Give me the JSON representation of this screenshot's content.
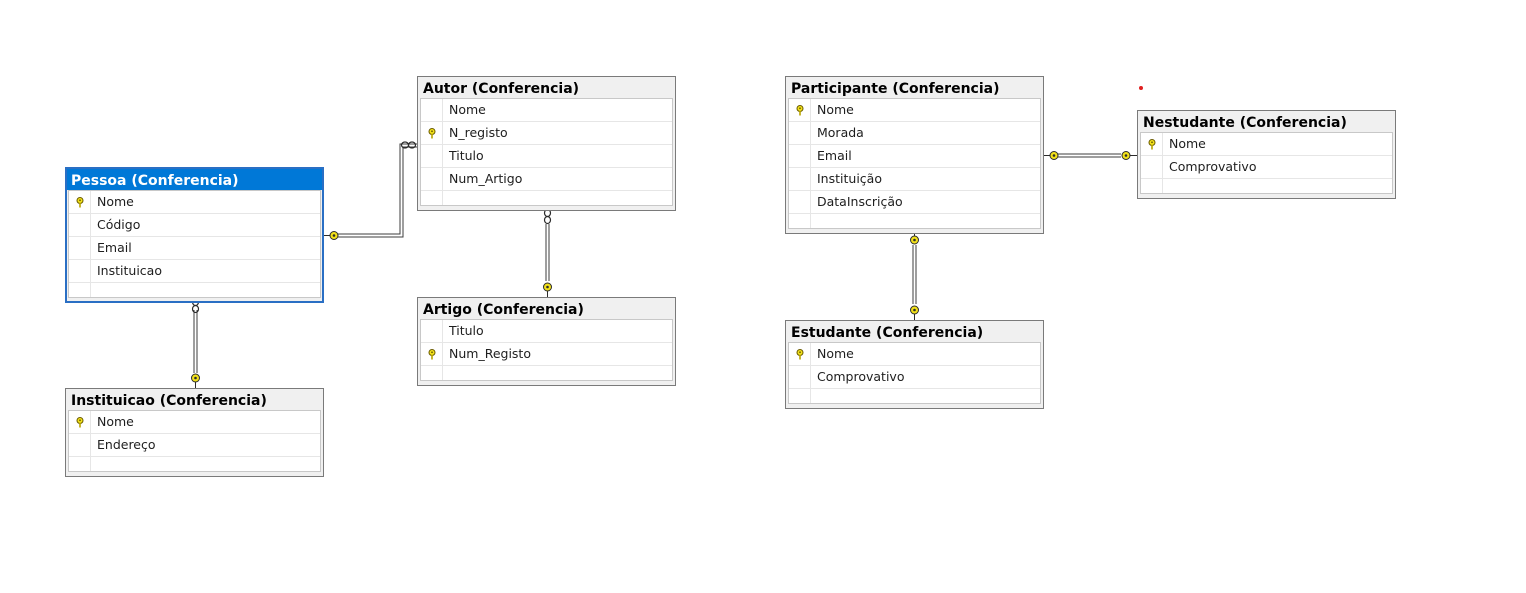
{
  "diagram": {
    "tables": [
      {
        "id": "pessoa",
        "title": "Pessoa (Conferencia)",
        "selected": true,
        "columns": [
          {
            "name": "Nome",
            "primary_key": true
          },
          {
            "name": "Código",
            "primary_key": false
          },
          {
            "name": "Email",
            "primary_key": false
          },
          {
            "name": "Instituicao",
            "primary_key": false
          }
        ]
      },
      {
        "id": "instituicao",
        "title": "Instituicao (Conferencia)",
        "selected": false,
        "columns": [
          {
            "name": "Nome",
            "primary_key": true
          },
          {
            "name": "Endereço",
            "primary_key": false
          }
        ]
      },
      {
        "id": "autor",
        "title": "Autor (Conferencia)",
        "selected": false,
        "columns": [
          {
            "name": "Nome",
            "primary_key": false
          },
          {
            "name": "N_registo",
            "primary_key": true
          },
          {
            "name": "Titulo",
            "primary_key": false
          },
          {
            "name": "Num_Artigo",
            "primary_key": false
          }
        ]
      },
      {
        "id": "artigo",
        "title": "Artigo (Conferencia)",
        "selected": false,
        "columns": [
          {
            "name": "Titulo",
            "primary_key": false
          },
          {
            "name": "Num_Registo",
            "primary_key": true
          }
        ]
      },
      {
        "id": "participante",
        "title": "Participante (Conferencia)",
        "selected": false,
        "columns": [
          {
            "name": "Nome",
            "primary_key": true
          },
          {
            "name": "Morada",
            "primary_key": false
          },
          {
            "name": "Email",
            "primary_key": false
          },
          {
            "name": "Instituição",
            "primary_key": false
          },
          {
            "name": "DataInscrição",
            "primary_key": false
          }
        ]
      },
      {
        "id": "estudante",
        "title": "Estudante (Conferencia)",
        "selected": false,
        "columns": [
          {
            "name": "Nome",
            "primary_key": true
          },
          {
            "name": "Comprovativo",
            "primary_key": false
          }
        ]
      },
      {
        "id": "nestudante",
        "title": "Nestudante (Conferencia)",
        "selected": false,
        "columns": [
          {
            "name": "Nome",
            "primary_key": true
          },
          {
            "name": "Comprovativo",
            "primary_key": false
          }
        ]
      }
    ],
    "relationships": [
      {
        "from": "pessoa",
        "to": "autor",
        "from_end": "key-icon",
        "to_end": "infinity-icon"
      },
      {
        "from": "pessoa",
        "to": "instituicao",
        "from_end": "infinity-icon",
        "to_end": "key-icon"
      },
      {
        "from": "autor",
        "to": "artigo",
        "from_end": "infinity-icon",
        "to_end": "key-icon"
      },
      {
        "from": "participante",
        "to": "estudante",
        "from_end": "key-icon",
        "to_end": "key-icon"
      },
      {
        "from": "participante",
        "to": "nestudante",
        "from_end": "key-icon",
        "to_end": "key-icon"
      }
    ],
    "colors": {
      "selected_title_bar": "#0078d7",
      "key_icon": "#f2e11a",
      "connector": "#3c3c3c",
      "marker": "#e02020"
    }
  }
}
